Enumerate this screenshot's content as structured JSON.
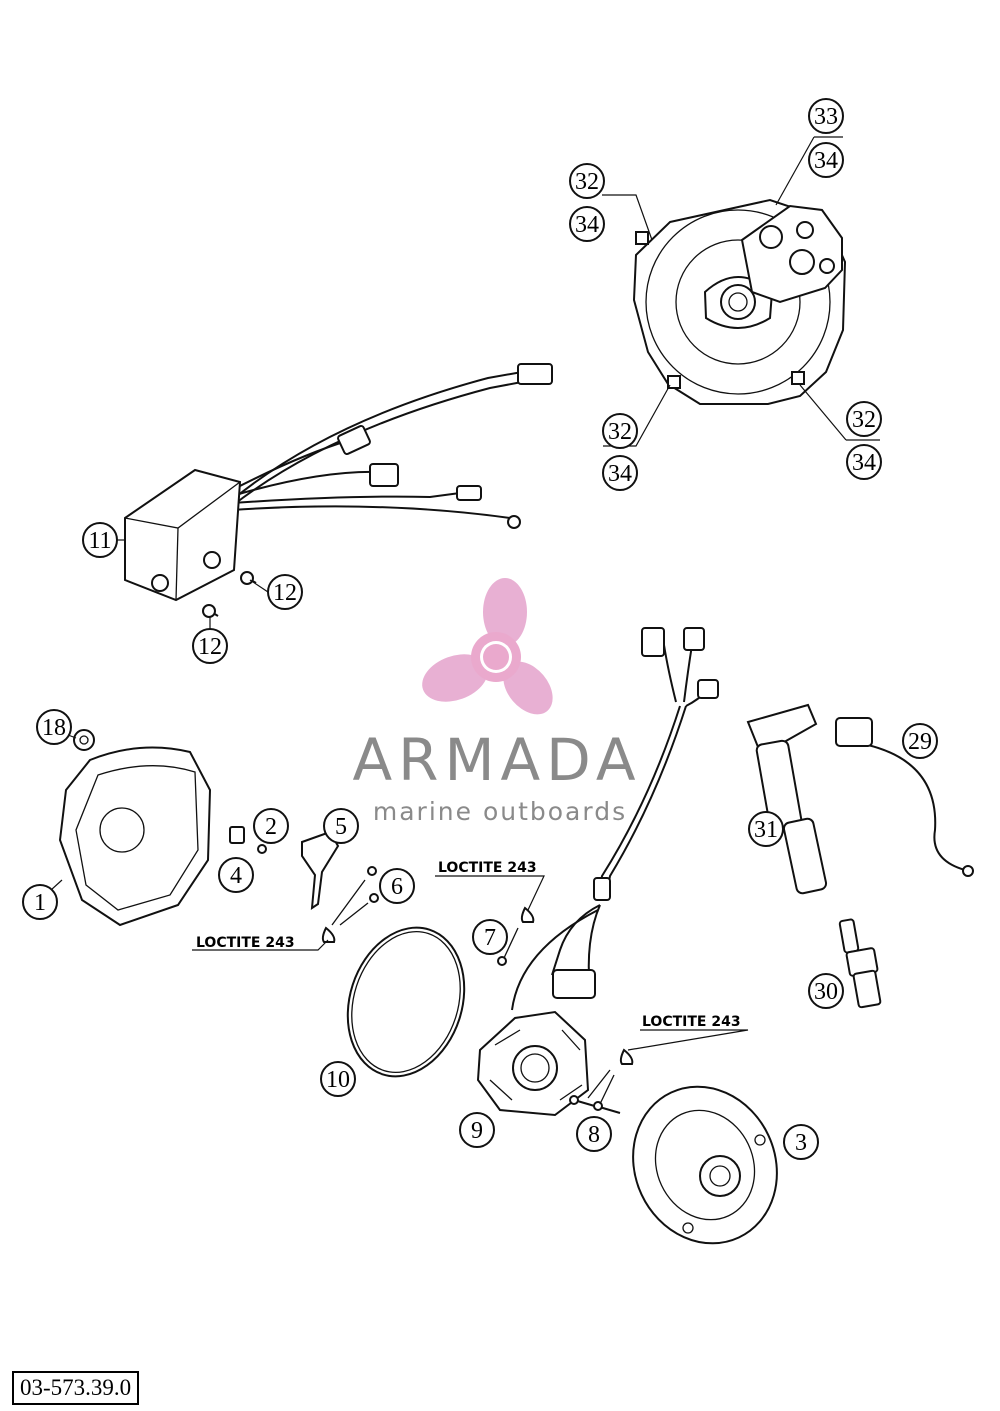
{
  "drawing_code": "03-573.39.0",
  "watermark": {
    "name": "ARMADA",
    "tagline": "marine outboards",
    "colors": {
      "logo": "#e6a8cf",
      "text": "#8a8a8a"
    }
  },
  "loctite_notes": [
    "LOCTITE 243",
    "LOCTITE 243",
    "LOCTITE 243"
  ],
  "callouts": {
    "c1": "1",
    "c2": "2",
    "c3": "3",
    "c4": "4",
    "c5": "5",
    "c6": "6",
    "c7": "7",
    "c8": "8",
    "c9": "9",
    "c10": "10",
    "c11": "11",
    "c12a": "12",
    "c12b": "12",
    "c18": "18",
    "c29": "29",
    "c30": "30",
    "c31": "31",
    "c32a": "32",
    "c32b": "32",
    "c32c": "32",
    "c33": "33",
    "c34a": "34",
    "c34b": "34",
    "c34c": "34",
    "c34d": "34"
  }
}
